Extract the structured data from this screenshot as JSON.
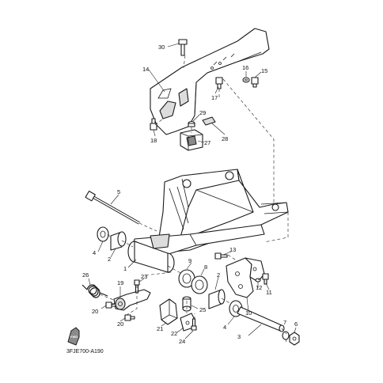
{
  "diagram_code": "3FJE700-A190",
  "fwd_label": "FWD",
  "callouts": {
    "c1": "1",
    "c2a": "2",
    "c2b": "2",
    "c3": "3",
    "c4a": "4",
    "c4b": "4",
    "c5": "5",
    "c6": "6",
    "c7": "7",
    "c8": "8",
    "c9": "9",
    "c10": "10",
    "c11": "11",
    "c12": "12",
    "c13": "13",
    "c14": "14",
    "c15": "15",
    "c16": "16",
    "c17": "17",
    "c18": "18",
    "c19": "19",
    "c20a": "20",
    "c20b": "20",
    "c21": "21",
    "c22": "22",
    "c23": "23",
    "c24": "24",
    "c25": "25",
    "c26": "26",
    "c27": "27",
    "c28": "28",
    "c29": "29",
    "c30": "30"
  }
}
